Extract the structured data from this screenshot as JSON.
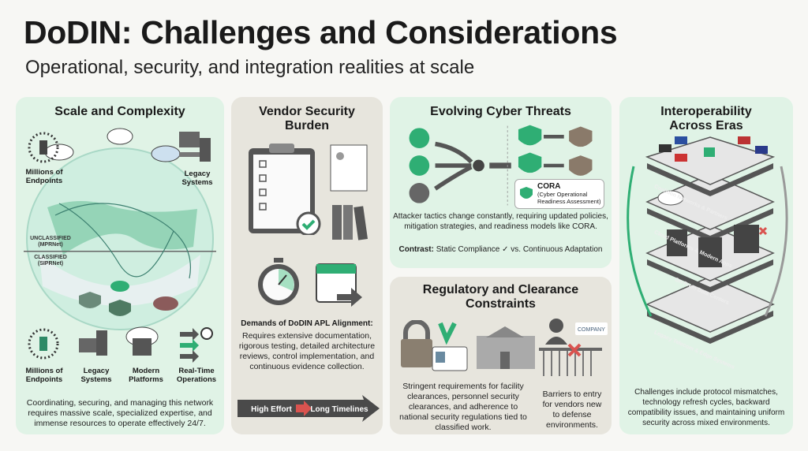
{
  "header": {
    "title": "DoDIN: Challenges and Considerations",
    "subtitle": "Operational, security, and integration realities at scale"
  },
  "scale": {
    "title": "Scale and Complexity",
    "top_labels": [
      "Millions of Endpoints",
      "Legacy Systems"
    ],
    "unclassified": "UNCLASSIFIED",
    "unclassified_net": "(MPRNet)",
    "classified": "CLASSIFIED",
    "classified_net": "(SIPRNet)",
    "bottom_labels": [
      "Millions of Endpoints",
      "Legacy Systems",
      "Modern Platforms",
      "Real-Time Operations"
    ],
    "body": "Coordinating, securing, and managing this network requires massive scale, specialized expertise, and immense resources to operate effectively 24/7."
  },
  "vendor": {
    "title": "Vendor Security Burden",
    "heading": "Demands of DoDIN APL Alignment:",
    "body": "Requires extensive documentation, rigorous testing, detailed architecture reviews, control implementation, and continuous evidence collection.",
    "effort": "High Effort",
    "timelines": "Long Timelines"
  },
  "threats": {
    "title": "Evolving Cyber Threats",
    "cora_title": "CORA",
    "cora_sub": "(Cyber Operational Readiness Assessment)",
    "body": "Attacker tactics change constantly, requiring updated policies, mitigation strategies, and readiness models like CORA.",
    "contrast_label": "Contrast:",
    "contrast_text": "Static Compliance ✓ vs. Continuous Adaptation"
  },
  "regulatory": {
    "title": "Regulatory and Clearance Constraints",
    "company": "COMPANY",
    "body_left": "Stringent requirements for facility clearances, personnel security clearances, and adherence to national security regulations tied to classified work.",
    "body_right": "Barriers to entry for vendors new to defense environments."
  },
  "interop": {
    "title": "Interoperability Across Eras",
    "layers": [
      "Coalition Networks & Partners",
      "Cloud Platforms & Modern Apps",
      "On-Prem Data Centers",
      "Legacy Telecom & Edge Systems"
    ],
    "body": "Challenges include protocol mismatches, technology refresh cycles, backward compatibility issues, and maintaining uniform security across mixed environments."
  },
  "colors": {
    "accent": "#2fae74",
    "green_panel": "#e0f3e6",
    "beige_panel": "#e7e5dd",
    "dark": "#4a4a4a",
    "alert": "#d9534f"
  }
}
